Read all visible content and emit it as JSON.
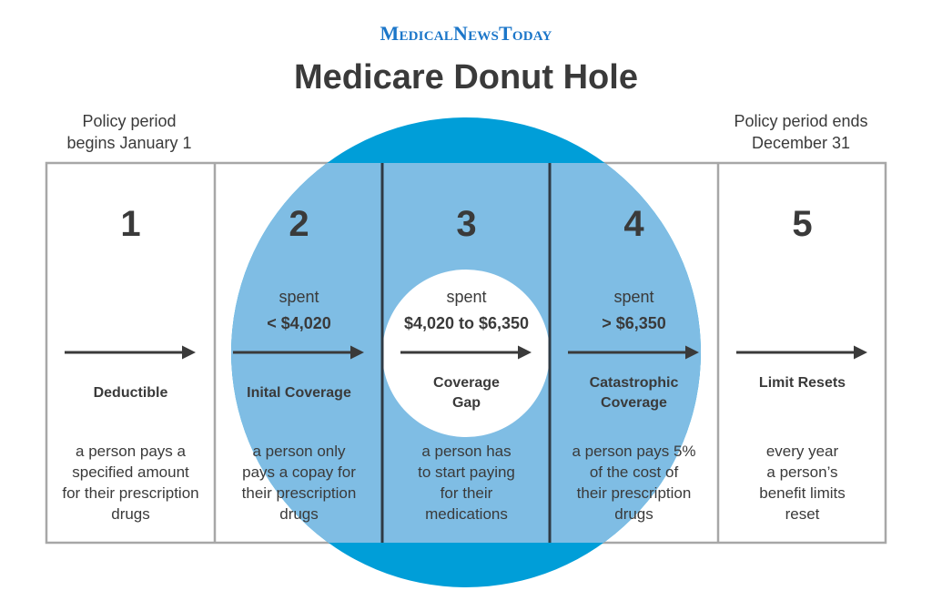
{
  "logo": {
    "text": "MedicalNewsToday"
  },
  "title": "Medicare Donut Hole",
  "period_start": [
    "Policy period",
    "begins January 1"
  ],
  "period_end": [
    "Policy period ends",
    "December 31"
  ],
  "colors": {
    "circle": "#009ed8",
    "panel_fill": "#7fbde4",
    "gap_circle": "#ffffff",
    "border": "#a7a7a7",
    "arrow": "#3a3a3a",
    "logo": "#1b76c9"
  },
  "stages": [
    {
      "number": "1",
      "spent_label": "",
      "spent_amount": "",
      "label": "Deductible",
      "description": [
        "a person pays a",
        "specified amount",
        "for their prescription",
        "drugs"
      ]
    },
    {
      "number": "2",
      "spent_label": "spent",
      "spent_amount": "< $4,020",
      "label": "Inital Coverage",
      "description": [
        "a person only",
        "pays a copay for",
        "their prescription",
        "drugs"
      ]
    },
    {
      "number": "3",
      "spent_label": "spent",
      "spent_amount": "$4,020 to $6,350",
      "label": "Coverage Gap",
      "description": [
        "a person has",
        "to start paying",
        "for their",
        "medications"
      ]
    },
    {
      "number": "4",
      "spent_label": "spent",
      "spent_amount": "> $6,350",
      "label": "Catastrophic Coverage",
      "description": [
        "a person pays 5%",
        "of the cost of",
        "their prescription",
        "drugs"
      ]
    },
    {
      "number": "5",
      "spent_label": "",
      "spent_amount": "",
      "label": "Limit Resets",
      "description": [
        "every year",
        "a person’s",
        "benefit limits",
        "reset"
      ]
    }
  ]
}
